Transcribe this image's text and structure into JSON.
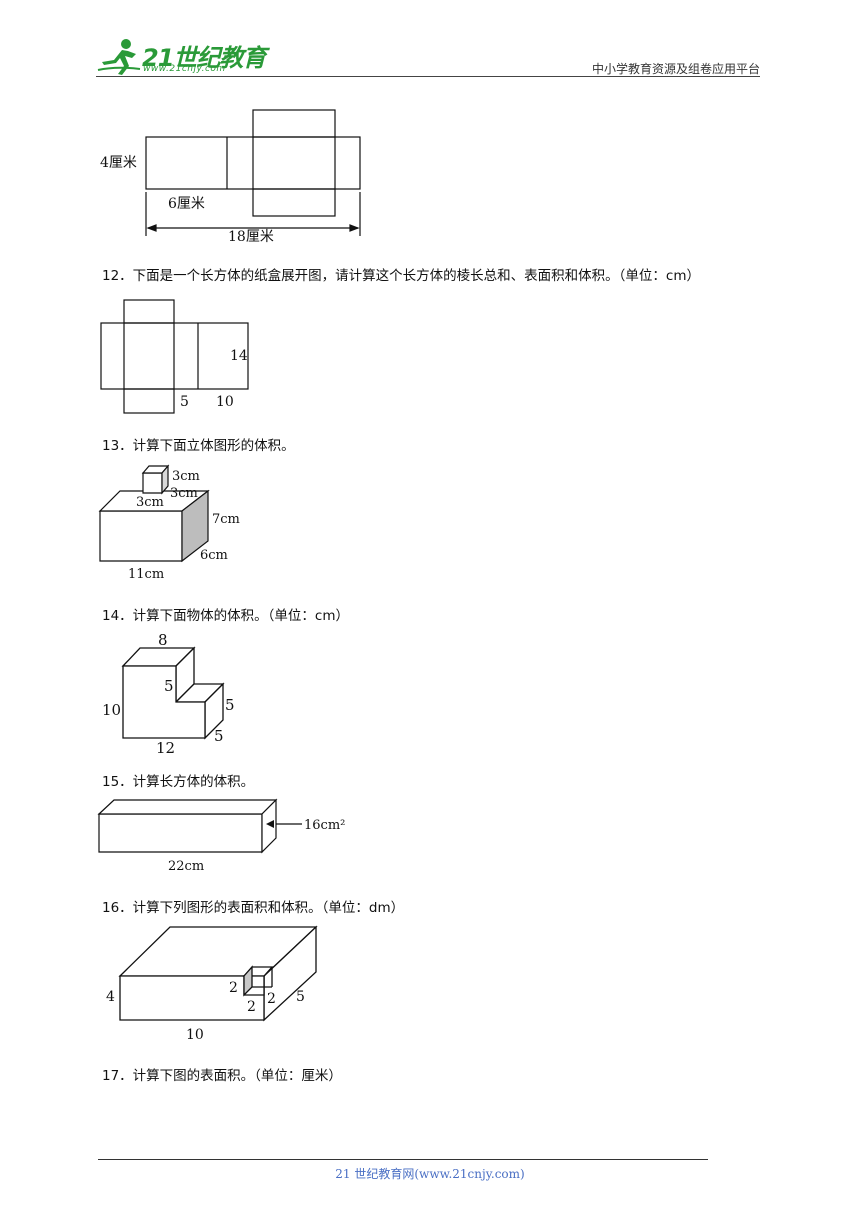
{
  "header": {
    "logo_text": "21世纪教育",
    "logo_url": "www.21cnjy.com",
    "right_text": "中小学教育资源及组卷应用平台"
  },
  "fig11": {
    "height": "4厘米",
    "width": "6厘米",
    "total": "18厘米"
  },
  "q12": {
    "text": "12．下面是一个长方体的纸盒展开图，请计算这个长方体的棱长总和、表面积和体积。（单位：cm）",
    "labels": {
      "h": "14",
      "a": "5",
      "b": "10"
    }
  },
  "q13": {
    "text": "13．计算下面立体图形的体积。",
    "labels": {
      "cube_h": "3cm",
      "cube_d": "3cm",
      "cube_w": "3cm",
      "h": "7cm",
      "d": "6cm",
      "l": "11cm"
    }
  },
  "q14": {
    "text": "14．计算下面物体的体积。（单位：cm）",
    "labels": {
      "top": "8",
      "step": "5",
      "left": "10",
      "right": "5",
      "depth": "5",
      "bottom": "12"
    }
  },
  "q15": {
    "text": "15．计算长方体的体积。",
    "labels": {
      "area": "16cm²",
      "length": "22cm"
    }
  },
  "q16": {
    "text": "16．计算下列图形的表面积和体积。（单位：dm）",
    "labels": {
      "h": "4",
      "c1": "2",
      "c2": "2",
      "c3": "2",
      "d": "5",
      "l": "10"
    }
  },
  "q17": {
    "text": "17．计算下图的表面积。（单位：厘米）"
  },
  "footer": {
    "text": "21 世纪教育网(www.21cnjy.com)"
  }
}
